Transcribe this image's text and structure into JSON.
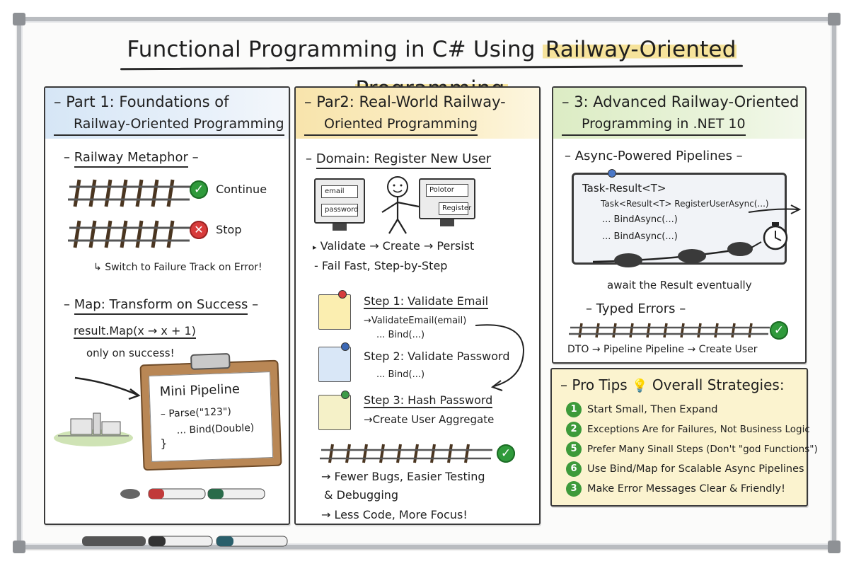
{
  "title": {
    "before": "Functional Programming in C# Using ",
    "highlight": "Railway-Oriented Programming"
  },
  "part1": {
    "heading_line1": "Part 1: Foundations of",
    "heading_line2": "Railway-Oriented Programming",
    "railway_title": "Railway Metaphor",
    "continue_label": "Continue",
    "stop_label": "Stop",
    "switch_note": "Switch to Failure Track on Error!",
    "map_title": "Map: Transform on Success",
    "map_code": "result.Map(x → x + 1)",
    "map_note": "only on success!",
    "mini_title": "Mini Pipeline",
    "mini_line1": "Parse(\"123\")",
    "mini_line2": "... Bind(Double)"
  },
  "part2": {
    "heading_line1": "Par2: Real-World Railway-",
    "heading_line2": "Oriented Programming",
    "domain_title": "Domain: Register New User",
    "form_email": "email",
    "form_password": "password",
    "form_right_field": "Polotor",
    "form_register": "Register",
    "flow": "Validate → Create → Persist",
    "fail_fast": "- Fail Fast, Step-by-Step",
    "step1_title": "Step 1: Validate Email",
    "step1_code1": "ValidateEmail(email)",
    "step1_code2": "... Bind(...)",
    "step2_title": "Step 2: Validate Password",
    "step2_code": "... Bind(...)",
    "step3_title": "Step 3: Hash Password",
    "step3_code": "Create User Aggregate",
    "benefit1": "Fewer Bugs, Easier Testing",
    "benefit2": "& Debugging",
    "benefit3": "Less Code, More Focus!"
  },
  "part3": {
    "heading_line1": "3: Advanced Railway-Oriented",
    "heading_line2": "Programming in .NET 10",
    "async_title": "Async-Powered Pipelines",
    "code1": "Task-Result<T>",
    "code2": "Task<Result<T> RegisterUserAsync(...)",
    "code3": "... BindAsync(...)",
    "code4": "... BindAsync(...)",
    "await_note": "await the Result eventually",
    "typed_title": "Typed Errors",
    "dto_dto": "DTO",
    "dto_pipeline": "Pipeline  Pipeline",
    "dto_create": "Create User"
  },
  "tips": {
    "title": "Pro Tips",
    "title_suffix": "Overall Strategies:",
    "items": [
      {
        "num": "1",
        "text": "Start Small, Then Expand"
      },
      {
        "num": "2",
        "text": "Exceptions Are for Failures, Not Business Logic"
      },
      {
        "num": "5",
        "text": "Prefer Many Sinall Steps (Don't \"god Functions\")"
      },
      {
        "num": "6",
        "text": "Use Bind/Map for Scalable Async Pipelines"
      },
      {
        "num": "3",
        "text": "Make Error Messages Clear & Friendly!"
      }
    ]
  },
  "icons": {
    "check": "✓",
    "cross": "✕",
    "switch_arrow": "↳",
    "arrow_right": "→",
    "bullet": "▸",
    "close_brace": "}",
    "bulb": "💡"
  }
}
